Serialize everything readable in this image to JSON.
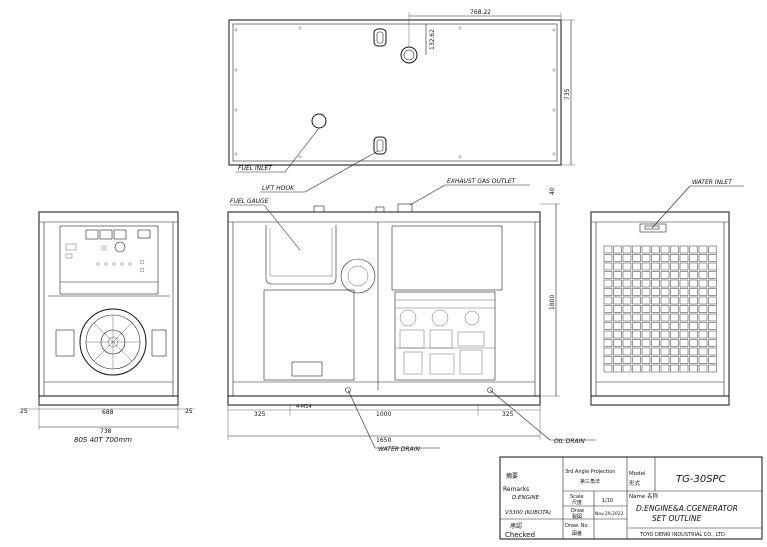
{
  "dimensions": {
    "top_width": "768.22",
    "top_offset": "132.62",
    "top_height": "735",
    "height_total": "1800",
    "height_top": "40",
    "left_margin": "25",
    "left_body": "688",
    "left_right_margin": "25",
    "left_total": "738",
    "side_left": "325",
    "side_middle": "1000",
    "side_right": "325",
    "side_total": "1650",
    "bolt_note": "4-M14"
  },
  "labels": {
    "fuel_inlet": "FUEL INLET",
    "lift_hook": "LIFT HOOK",
    "fuel_gauge": "FUEL GAUGE",
    "exhaust_gas_outlet": "EXHAUST GAS OUTLET",
    "water_inlet": "WATER INLET",
    "water_drain": "WATER DRAIN",
    "oil_drain": "OIL DRAIN",
    "left_note": "80S 40T  700mm"
  },
  "title_block": {
    "approval_jp": "摘要",
    "remarks_label": "Remarks",
    "engine_label": "D.ENGINE",
    "engine_model": "V3300 (KUBOTA)",
    "projection_label": "3rd Angle Projection",
    "projection_jp": "第三角法",
    "model_label": "Model",
    "model_jp": "形式",
    "model_value": "TG-30SPC",
    "scale_label": "Scale",
    "scale_jp": "尺度",
    "scale_value": "1/10",
    "name_label": "Name 名称",
    "name_line1": "D.ENGINE&A.CGENERATOR",
    "name_line2": "SET OUTLINE",
    "drawn_label": "Draw",
    "drawn_jp": "製図",
    "drawn_date": "Nov.29,2022",
    "checked_jp": "承認",
    "checked_label": "Checked",
    "drawing_no_label": "Draw. No.",
    "drawing_no_jp": "図番",
    "company": "TOYO DENKI INDUSTRIAL CO., LTD"
  }
}
